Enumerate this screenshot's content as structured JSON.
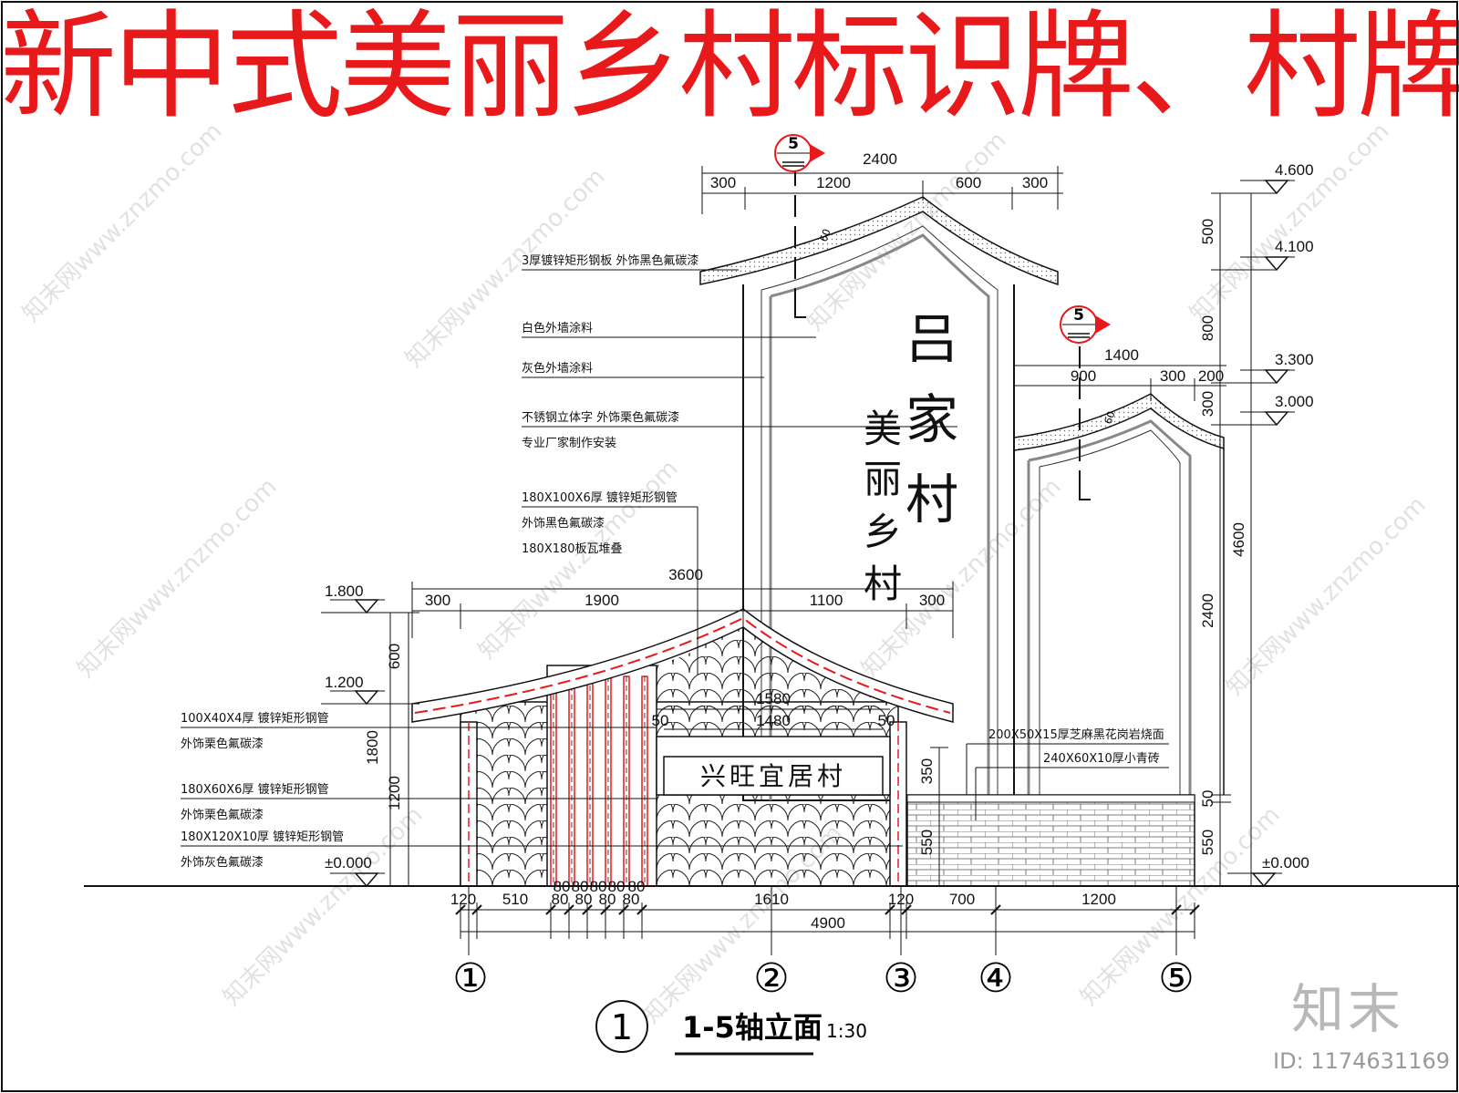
{
  "title": "新中式美丽乡村标识牌、村牌",
  "sign": {
    "village_name": [
      "吕",
      "家",
      "村"
    ],
    "slogan": [
      "美",
      "丽",
      "乡",
      "村"
    ],
    "gate_plaque": "兴旺宜居村"
  },
  "section_marker": "5",
  "section_angle": "60",
  "top_dims": {
    "total": "2400",
    "a": "300",
    "b": "1200",
    "c": "600",
    "d": "300"
  },
  "side_dims": {
    "total": "1400",
    "a": "900",
    "b": "300",
    "c": "200"
  },
  "roof_dims": {
    "total": "3600",
    "a": "300",
    "b": "1900",
    "c": "1100",
    "d": "300"
  },
  "plaque_dims": {
    "outer": "1580",
    "inner": "1480",
    "left": "50",
    "right": "50"
  },
  "right_elevations": [
    "4.600",
    "4.100",
    "3.300",
    "3.000",
    "±0.000"
  ],
  "right_vdims": [
    "500",
    "800",
    "300",
    "4600",
    "2400",
    "50",
    "550"
  ],
  "left_elevations": [
    "1.800",
    "1.200",
    "±0.000"
  ],
  "left_vdims": [
    "600",
    "1800",
    "1200"
  ],
  "wall_vdims": [
    "350",
    "550"
  ],
  "bottom_dims": [
    "120",
    "510",
    "80",
    "80",
    "80",
    "80",
    "1610",
    "120",
    "700",
    "1200"
  ],
  "post_dims": [
    "80",
    "80",
    "80",
    "80",
    "80"
  ],
  "bottom_total": "4900",
  "axes": [
    "①",
    "②",
    "③",
    "④",
    "⑤"
  ],
  "notes_upper": [
    "3厚镀锌矩形钢板  外饰黑色氟碳漆",
    "白色外墙涂料",
    "灰色外墙涂料",
    "不锈钢立体字  外饰栗色氟碳漆",
    "专业厂家制作安装",
    "180X100X6厚  镀锌矩形钢管",
    "外饰黑色氟碳漆",
    "180X180板瓦堆叠"
  ],
  "notes_lower": [
    "100X40X4厚  镀锌矩形钢管",
    "外饰栗色氟碳漆",
    "180X60X6厚  镀锌矩形钢管",
    "外饰栗色氟碳漆",
    "180X120X10厚  镀锌矩形钢管",
    "外饰灰色氟碳漆"
  ],
  "notes_right": [
    "200X50X15厚芝麻黑花岗岩烧面",
    "240X60X10厚小青砖"
  ],
  "caption": {
    "number": "1",
    "text": "1-5轴立面",
    "scale": "1:30"
  },
  "watermark": "知末网www.znzmo.com",
  "brand": "知末",
  "image_id": "ID: 1174631169"
}
